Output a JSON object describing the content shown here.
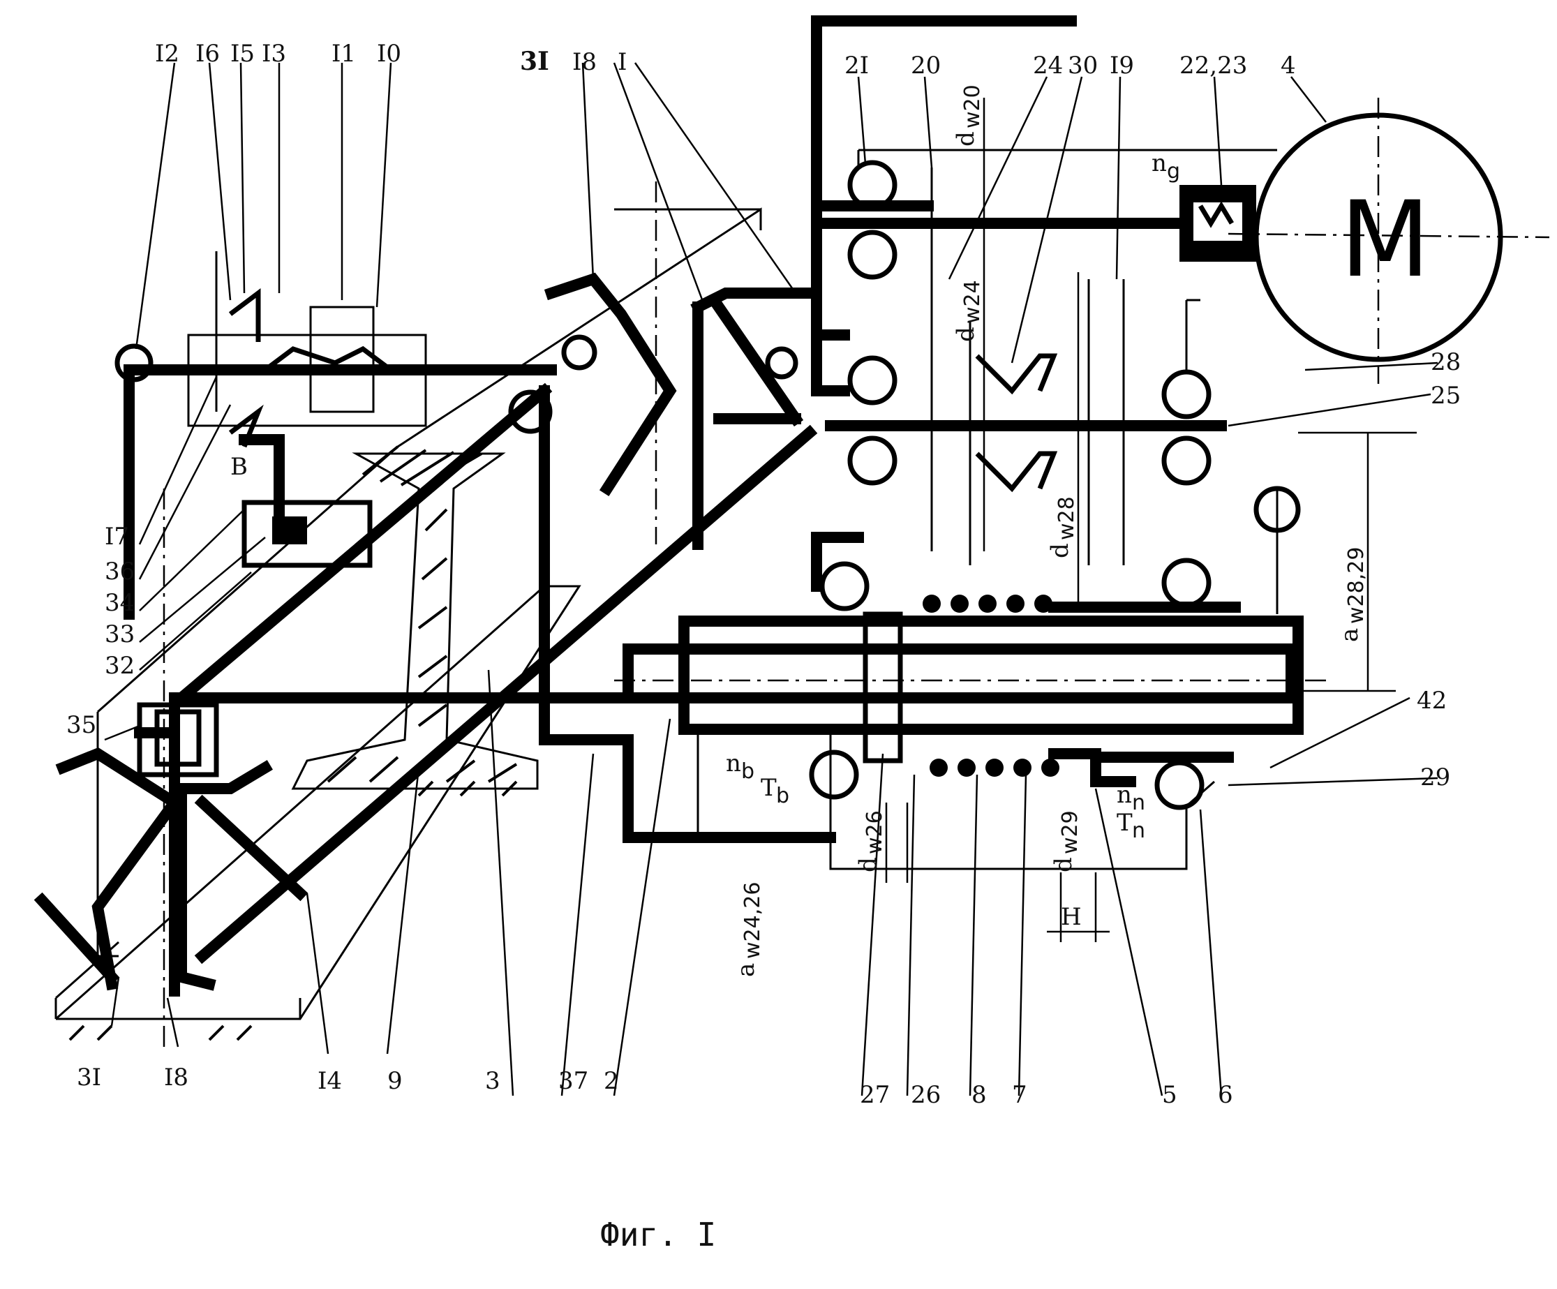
{
  "figure": {
    "caption": "Фиг. I",
    "motor_symbol": "M"
  },
  "labels": {
    "top_left": [
      "I2",
      "I6",
      "I5",
      "I3",
      "I1",
      "I0"
    ],
    "top_middle": [
      "3I",
      "I8",
      "I"
    ],
    "top_right": [
      "2I",
      "20",
      "24",
      "30",
      "I9",
      "22,23",
      "4"
    ],
    "left_side": [
      "I7",
      "36",
      "34",
      "33",
      "32",
      "35"
    ],
    "letter_B": "B",
    "right_side": [
      "28",
      "25",
      "42",
      "29"
    ],
    "bottom": [
      "3I",
      "I8",
      "I4",
      "9",
      "3",
      "37",
      "2",
      "27",
      "26",
      "8",
      "7",
      "5",
      "6"
    ],
    "dim_H": "H"
  },
  "dimensions": {
    "dw20": {
      "base": "d",
      "sub": "w20"
    },
    "dw24": {
      "base": "d",
      "sub": "w24"
    },
    "dw28": {
      "base": "d",
      "sub": "w28"
    },
    "dw26": {
      "base": "d",
      "sub": "w26"
    },
    "dw29": {
      "base": "d",
      "sub": "w29"
    },
    "aw2829": {
      "base": "a",
      "sub": "w28,29"
    },
    "aw2426": {
      "base": "a",
      "sub": "w24,26"
    }
  },
  "symbols": {
    "n_motor": {
      "base": "n",
      "sub": "g"
    },
    "n_b": {
      "base": "n",
      "sub": "b"
    },
    "t_b": {
      "base": "T",
      "sub": "b"
    },
    "n_p": {
      "base": "n",
      "sub": "n"
    },
    "t_p": {
      "base": "T",
      "sub": "n"
    }
  }
}
